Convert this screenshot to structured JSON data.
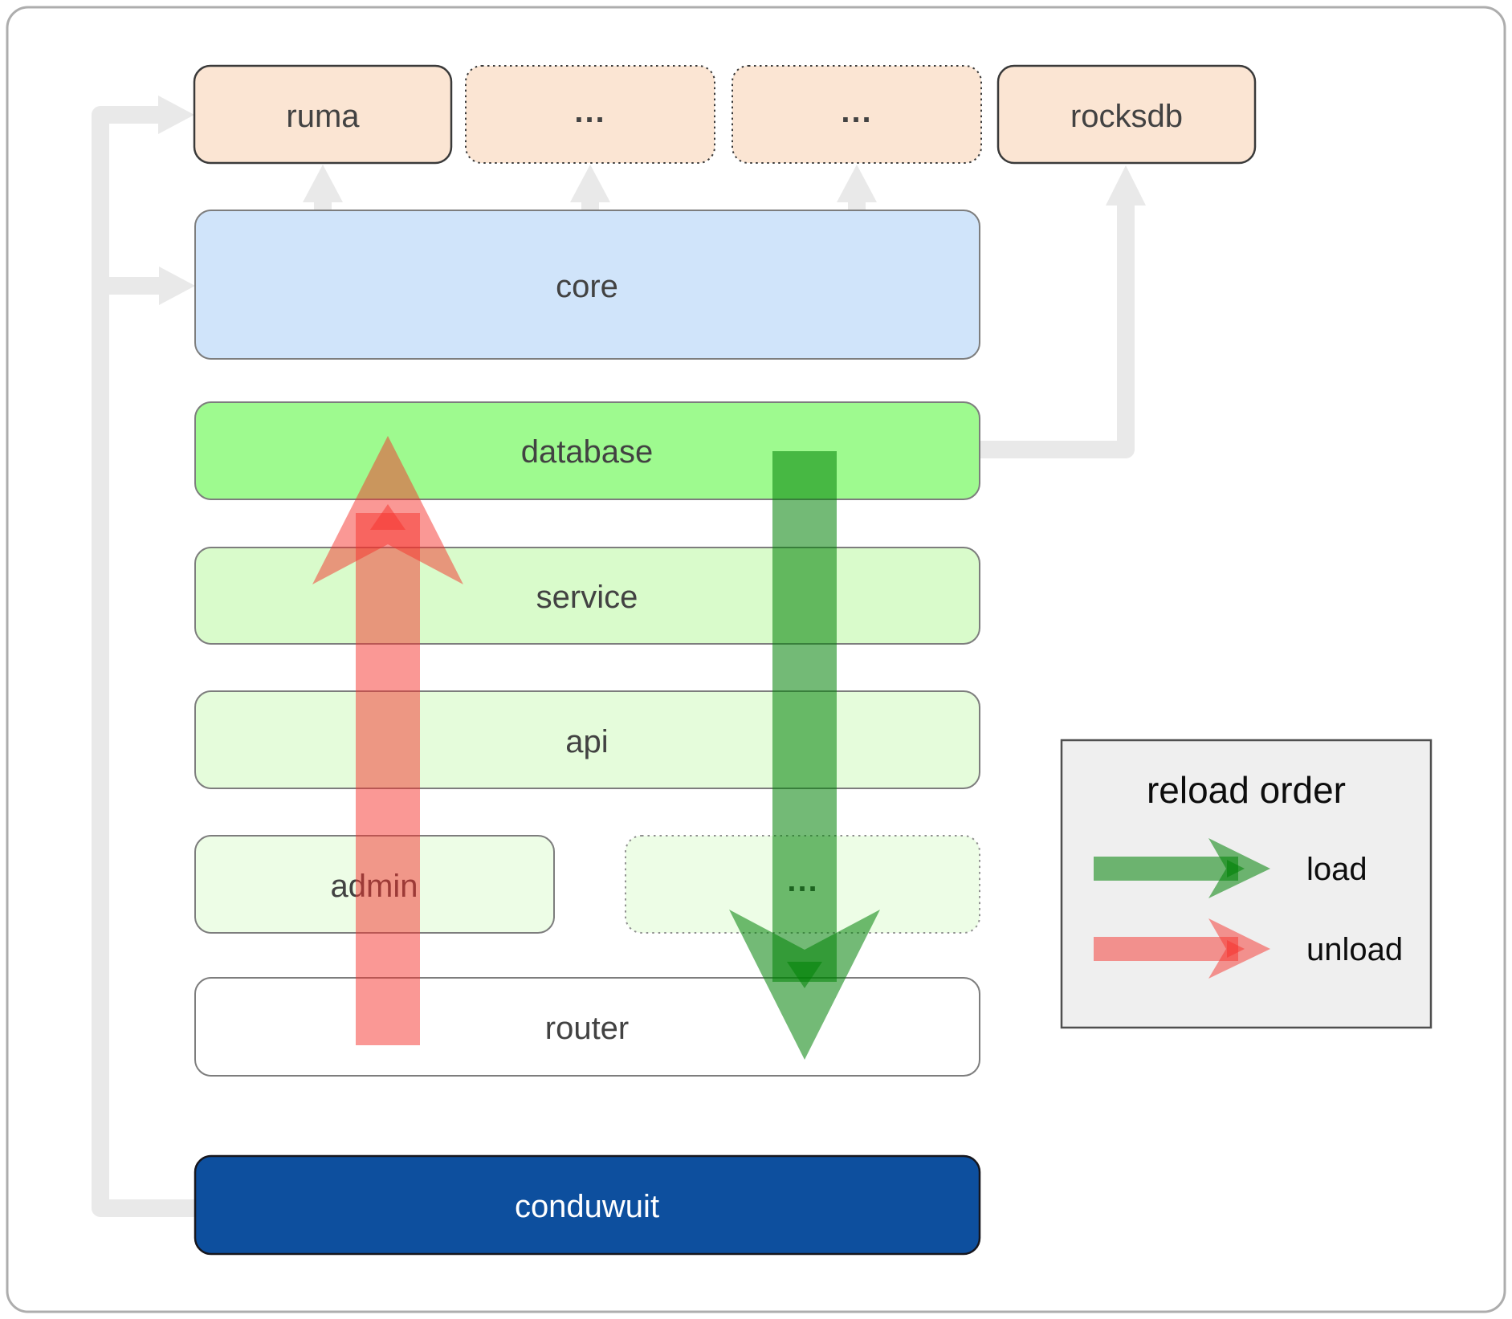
{
  "boxes": {
    "ruma": "ruma",
    "dep_ellipsis_1": "...",
    "dep_ellipsis_2": "...",
    "rocksdb": "rocksdb",
    "core": "core",
    "database": "database",
    "service": "service",
    "api": "api",
    "admin": "admin",
    "admin_ellipsis": "...",
    "router": "router",
    "conduwuit": "conduwuit"
  },
  "legend": {
    "title": "reload order",
    "load_label": "load",
    "unload_label": "unload"
  },
  "colors": {
    "dependency_box_fill": "#fbe5d3",
    "dependency_box_border": "#3a3a3a",
    "core_fill": "#d0e4fa",
    "database_fill": "#9efa8f",
    "service_fill": "#d9fbcb",
    "api_fill": "#e5fcdb",
    "admin_fill": "#edfde6",
    "router_fill": "#ffffff",
    "conduwuit_fill": "#0d4f9e",
    "conduwuit_text": "#ffffff",
    "module_box_border": "#7d7d7d",
    "label_text": "#424242",
    "load_arrow_green": "#008205",
    "unload_arrow_red": "#f5312b",
    "connector_gray": "#e9e9e9",
    "legend_bg": "#efefef",
    "legend_border": "#4f4f4f",
    "outer_frame_border": "#adadad"
  }
}
